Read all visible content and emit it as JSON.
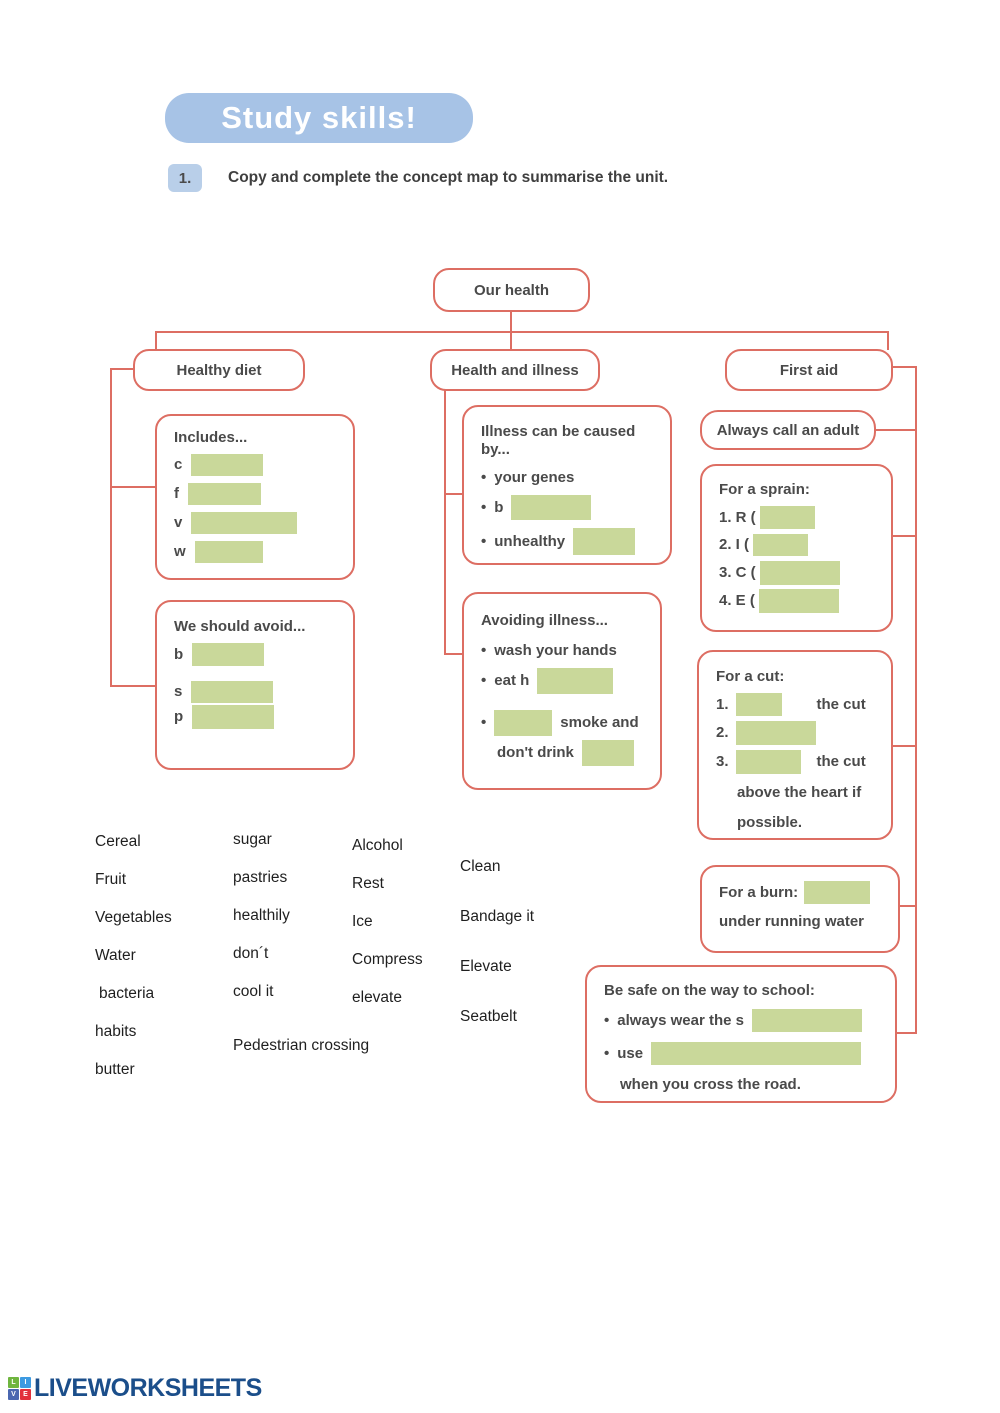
{
  "header": {
    "badge": "1.",
    "title": "Study skills!",
    "instruction": "Copy and complete the concept map to summarise the unit."
  },
  "map": {
    "root": "Our health",
    "branch_healthy_diet": "Healthy diet",
    "branch_health_illness": "Health and illness",
    "branch_first_aid": "First aid",
    "includes": {
      "title": "Includes...",
      "prefixes": [
        "c",
        "f",
        "v",
        "w"
      ]
    },
    "avoid": {
      "title": "We should avoid...",
      "prefixes": [
        "b",
        "s",
        "p"
      ]
    },
    "illness": {
      "title": "Illness can be caused by...",
      "bullet1": "your genes",
      "bullet2_prefix": "b",
      "bullet3_prefix": "unhealthy"
    },
    "avoiding": {
      "title": "Avoiding illness...",
      "bullet1": "wash your hands",
      "bullet2_prefix": "eat h",
      "bullet3_suffix": "smoke and",
      "bullet3_line2_prefix": "don't drink"
    },
    "adult": "Always call an adult",
    "sprain": {
      "title": "For a sprain:",
      "item1": "1. R (",
      "item2": "2. I (",
      "item3": "3. C (",
      "item4": "4. E ("
    },
    "cut": {
      "title": "For a cut:",
      "n1": "1.",
      "n1_suffix": "the cut",
      "n2": "2.",
      "n3": "3.",
      "n3_suffix": "the cut",
      "line2": "above the heart if",
      "line3": "possible."
    },
    "burn": {
      "prefix": "For a burn:",
      "line2": "under running water"
    },
    "safe": {
      "title": "Be safe on the way to school:",
      "bullet1_prefix": "always wear the s",
      "bullet2_prefix": "use",
      "line3": "when you  cross the road."
    }
  },
  "word_bank": {
    "columns": [
      [
        "Cereal",
        "Fruit",
        "Vegetables",
        "Water",
        "bacteria",
        "habits",
        "butter"
      ],
      [
        "sugar",
        "pastries",
        "healthily",
        "don´t",
        "cool it"
      ],
      [
        "Alcohol",
        "Rest",
        "Ice",
        "Compress",
        "elevate"
      ],
      [
        "Clean",
        "Bandage it",
        "Elevate",
        "Seatbelt"
      ]
    ],
    "wide_item": "Pedestrian crossing"
  },
  "footer": {
    "brand": "LIVEWORKSHEETS",
    "logo_letters": [
      "L",
      "I",
      "V",
      "E"
    ]
  },
  "colors": {
    "accent_red": "#dd6e63",
    "blank_green": "#c9d89a",
    "title_blue": "#a7c3e6",
    "badge_blue": "#b9cfe9",
    "brand_blue": "#1b4e8a"
  }
}
